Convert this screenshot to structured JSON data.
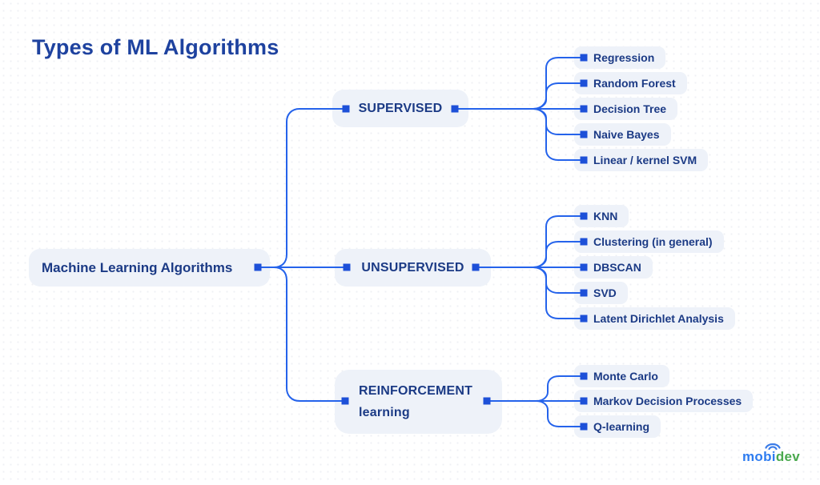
{
  "title": "Types of ML Algorithms",
  "tree": {
    "root": {
      "label": "Machine Learning Algorithms"
    },
    "branches": [
      {
        "label": "SUPERVISED",
        "children": [
          "Regression",
          "Random Forest",
          "Decision Tree",
          "Naive Bayes",
          "Linear / kernel SVM"
        ]
      },
      {
        "label": "UNSUPERVISED",
        "children": [
          "KNN",
          "Clustering (in general)",
          "DBSCAN",
          "SVD",
          "Latent Dirichlet Analysis"
        ]
      },
      {
        "label": "REINFORCEMENT learning",
        "label_lines": [
          "REINFORCEMENT",
          "learning"
        ],
        "children": [
          "Monte Carlo",
          "Markov Decision Processes",
          "Q-learning"
        ]
      }
    ]
  },
  "logo": {
    "text_blue": "mobi",
    "text_green": "dev",
    "icon": "wifi-signal-icon"
  },
  "colors": {
    "connector_blue": "#2563eb",
    "bullet_blue": "#1d50d8",
    "node_text": "#1b3a85",
    "title_text": "#1e429f",
    "node_background": "#eef2f9",
    "logo_blue": "#2e7cf0",
    "logo_green": "#4aa94e",
    "page_background": "#ffffff"
  }
}
